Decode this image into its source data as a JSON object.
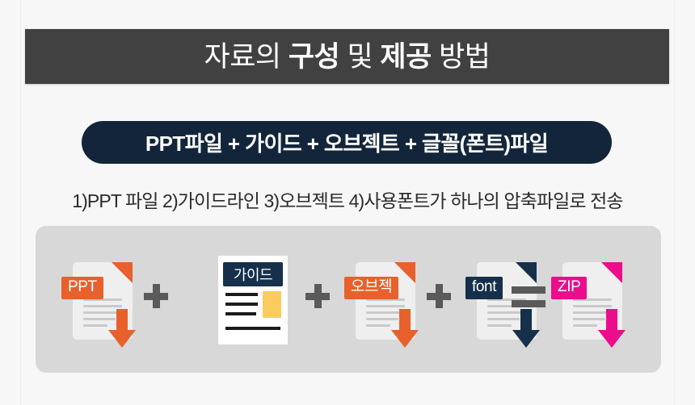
{
  "banner": {
    "title_parts": [
      {
        "text": "자료의 ",
        "bold": false
      },
      {
        "text": "구성",
        "bold": true
      },
      {
        "text": " 및 ",
        "bold": false
      },
      {
        "text": "제공",
        "bold": true
      },
      {
        "text": " 방법",
        "bold": false
      }
    ],
    "title_plain": "자료의 구성 및 제공 방법",
    "background_color": "#414141",
    "text_color": "#ffffff"
  },
  "pill": {
    "label": "PPT파일 + 가이드 + 오브젝트 + 글꼴(폰트)파일",
    "background_color": "#13253a",
    "text_color": "#ffffff"
  },
  "caption": {
    "text": "1)PPT 파일  2)가이드라인  3)오브젝트 4)사용폰트가 하나의 압축파일로 전송",
    "text_color": "#2b2b2b"
  },
  "panel": {
    "background_color": "#d8d8d8",
    "operators": {
      "plus": "+",
      "equals": "="
    },
    "items": [
      {
        "id": "ppt-file",
        "badge": "PPT",
        "accent_color": "#e8602c",
        "type": "file-document"
      },
      {
        "id": "guide-document",
        "header": "가이드",
        "accent_color": "#16304b",
        "swatch_color": "#fbcb5f",
        "type": "guide-page"
      },
      {
        "id": "object-file",
        "badge": "오브젝",
        "accent_color": "#e8602c",
        "type": "file-document"
      },
      {
        "id": "font-file",
        "badge": "font",
        "accent_color": "#16304b",
        "type": "file-document"
      },
      {
        "id": "zip-file",
        "badge": "ZIP",
        "accent_color": "#eb0d8c",
        "type": "file-document"
      }
    ]
  }
}
